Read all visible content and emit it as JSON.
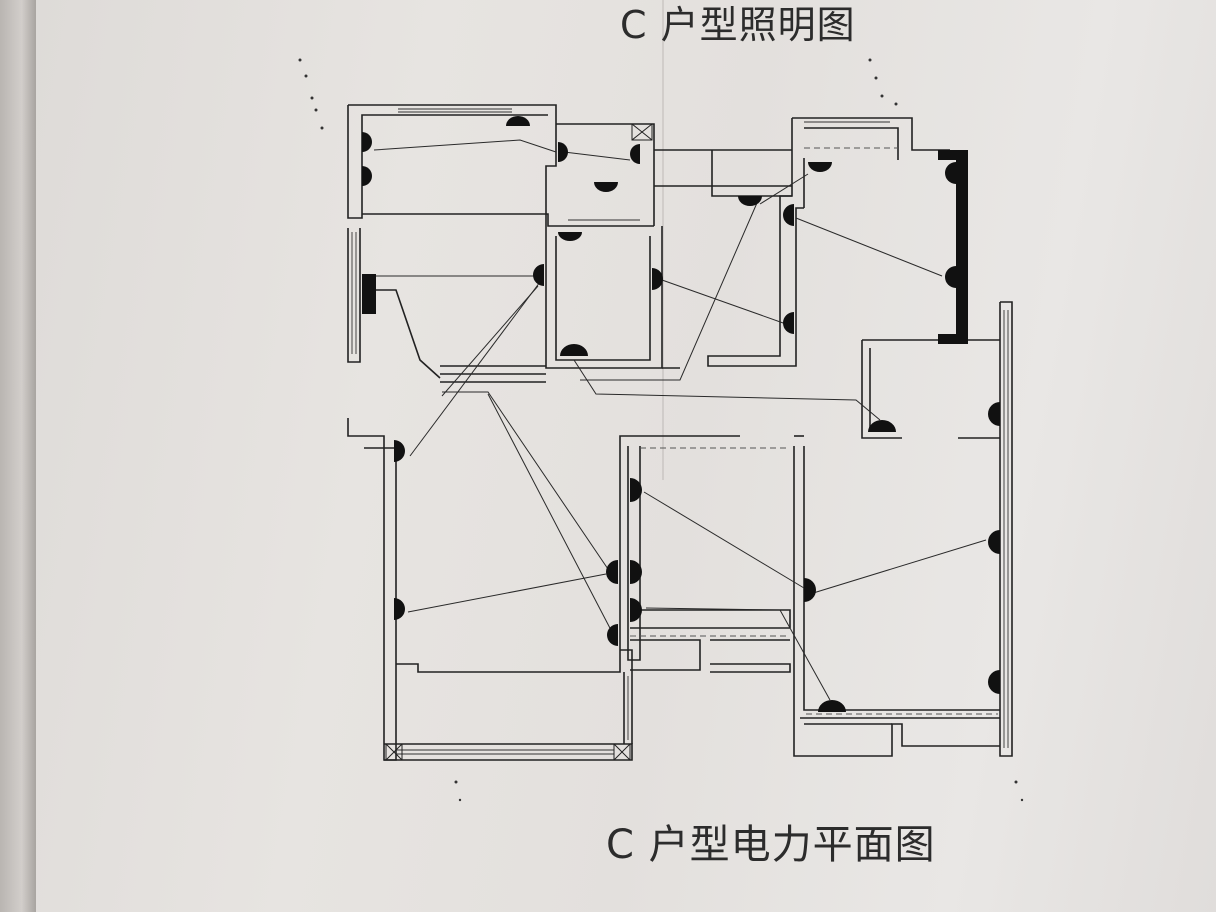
{
  "titles": {
    "top": "C 户型照明图",
    "bottom": "C 户型电力平面图"
  },
  "colors": {
    "paper": "#e4e1de",
    "ink": "#1a1a1a",
    "text": "#2c2c2c"
  },
  "symbols": {
    "wall_lamp": "half-disc-icon",
    "ceiling_lamp": "dome-light-icon",
    "window": "triple-line-window"
  }
}
